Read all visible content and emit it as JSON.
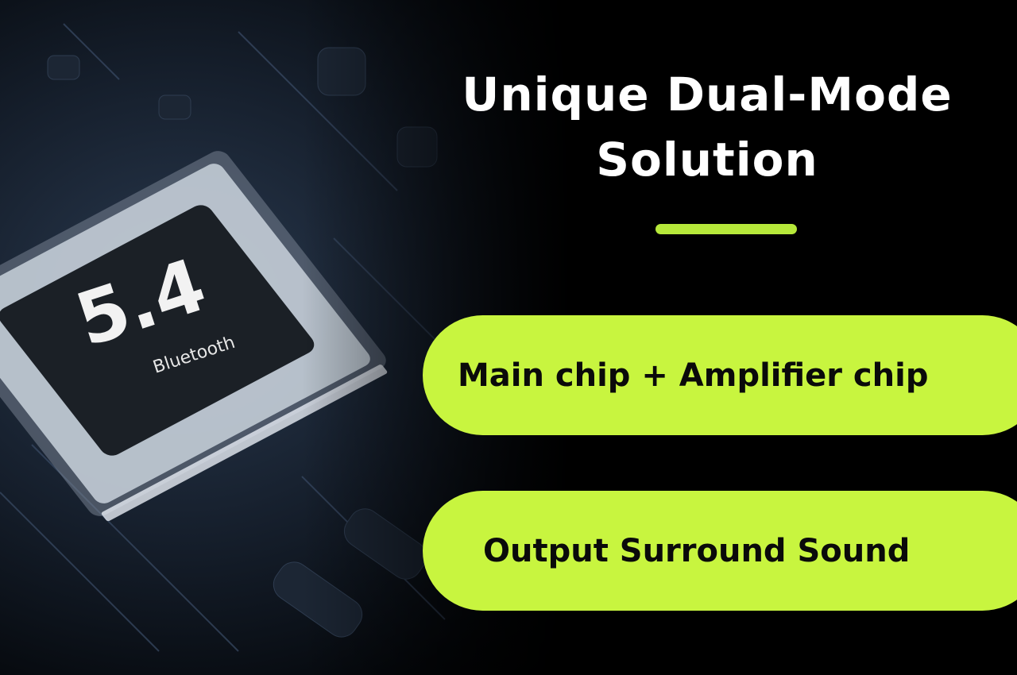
{
  "title": {
    "line1": "Unique Dual-Mode",
    "line2": "Solution"
  },
  "chip": {
    "version": "5.4",
    "label": "Bluetooth"
  },
  "features": [
    "Main chip + Amplifier chip",
    "Output Surround Sound"
  ],
  "colors": {
    "accent": "#c8f53f",
    "background": "#000000"
  }
}
